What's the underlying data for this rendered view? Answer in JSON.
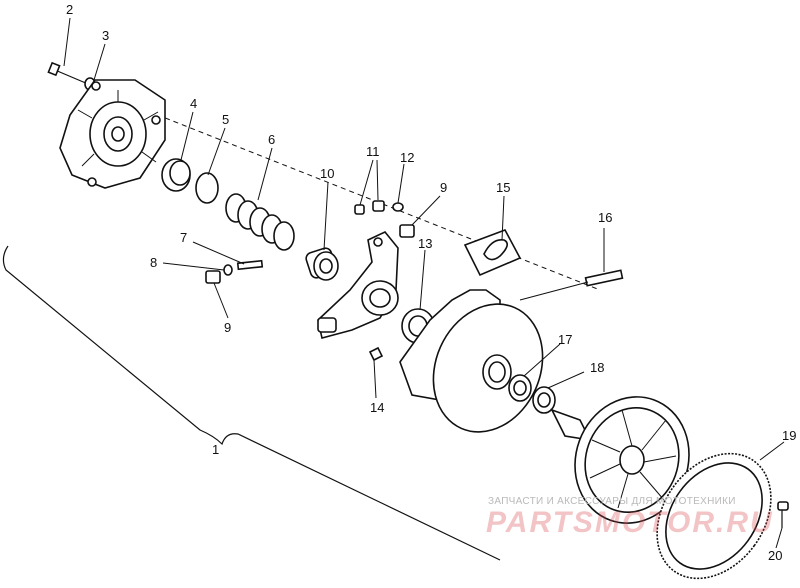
{
  "callouts": [
    "1",
    "2",
    "3",
    "4",
    "5",
    "6",
    "7",
    "8",
    "9",
    "9",
    "10",
    "11",
    "12",
    "13",
    "14",
    "15",
    "16",
    "17",
    "18",
    "19",
    "20"
  ],
  "watermark": {
    "tagline": "ЗАПЧАСТИ И АКСЕССУАРЫ ДЛЯ МОТОТЕХНИКИ",
    "logo": "PARTSMOTOR.RU"
  }
}
